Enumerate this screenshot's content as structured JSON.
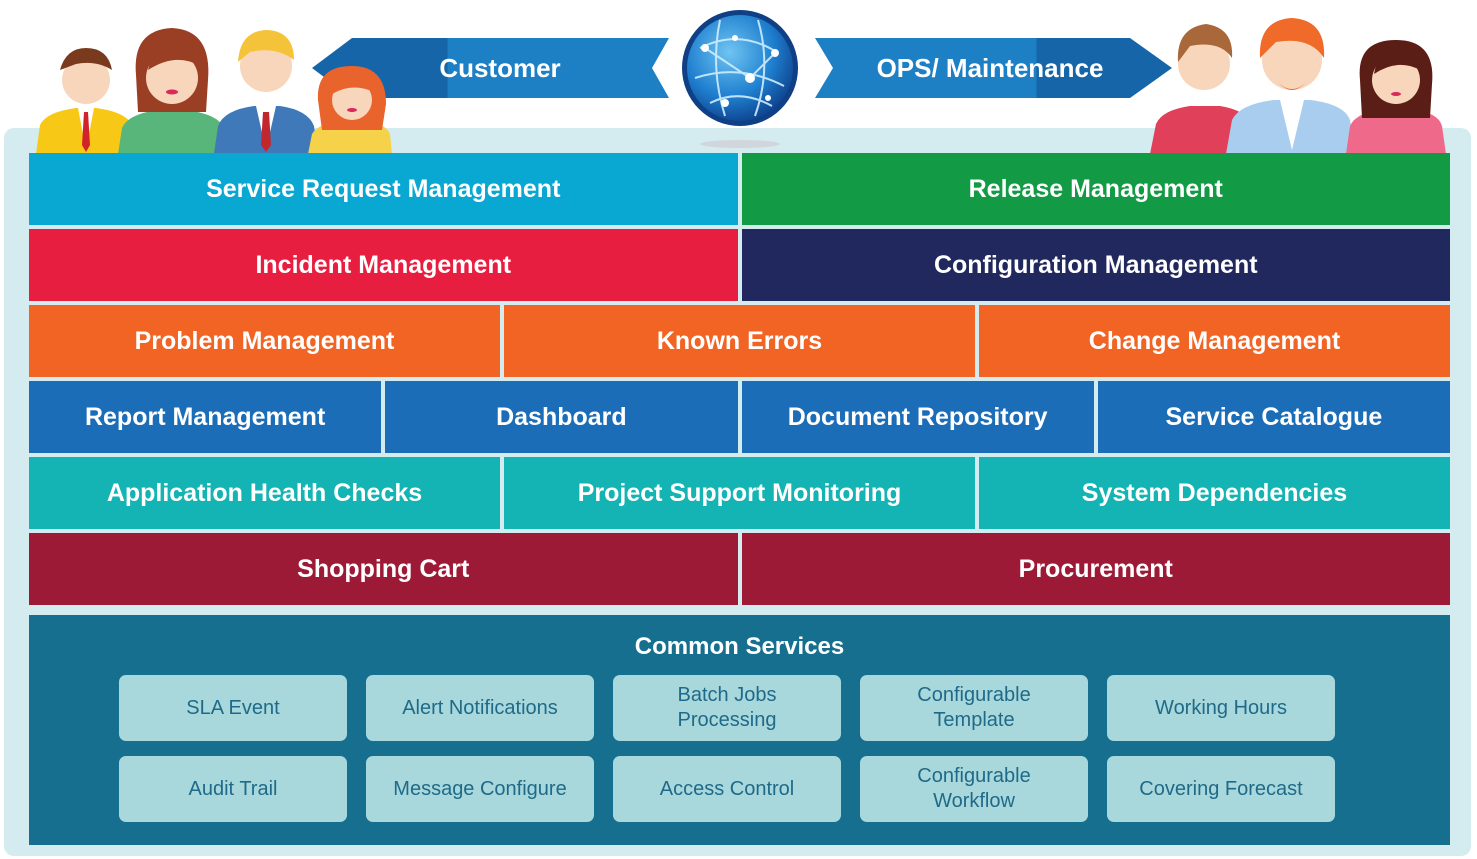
{
  "header": {
    "left_arrow_label": "Customer",
    "right_arrow_label": "OPS/ Maintenance"
  },
  "rows": [
    [
      {
        "label": "Service Request Management",
        "color": "#08a8d2"
      },
      {
        "label": "Release Management",
        "color": "#129a45"
      }
    ],
    [
      {
        "label": "Incident Management",
        "color": "#e81e40"
      },
      {
        "label": "Configuration Management",
        "color": "#21285e"
      }
    ],
    [
      {
        "label": "Problem Management",
        "color": "#f26424"
      },
      {
        "label": "Known Errors",
        "color": "#f26424"
      },
      {
        "label": "Change Management",
        "color": "#f26424"
      }
    ],
    [
      {
        "label": "Report Management",
        "color": "#1b6db8"
      },
      {
        "label": "Dashboard",
        "color": "#1b6db8"
      },
      {
        "label": "Document Repository",
        "color": "#1b6db8"
      },
      {
        "label": "Service Catalogue",
        "color": "#1b6db8"
      }
    ],
    [
      {
        "label": "Application Health Checks",
        "color": "#15b4b4"
      },
      {
        "label": "Project Support Monitoring",
        "color": "#15b4b4"
      },
      {
        "label": "System Dependencies",
        "color": "#15b4b4"
      }
    ],
    [
      {
        "label": "Shopping Cart",
        "color": "#9c1a36"
      },
      {
        "label": "Procurement",
        "color": "#9c1a36"
      }
    ]
  ],
  "common_services": {
    "title": "Common Services",
    "items": [
      "SLA Event",
      "Alert Notifications",
      "Batch Jobs Processing",
      "Configurable Template",
      "Working Hours",
      "Audit Trail",
      "Message Configure",
      "Access Control",
      "Configurable Workflow",
      "Covering Forecast"
    ]
  },
  "icons": [
    "globe-icon",
    "customer-avatar-icon",
    "ops-avatar-icon"
  ]
}
